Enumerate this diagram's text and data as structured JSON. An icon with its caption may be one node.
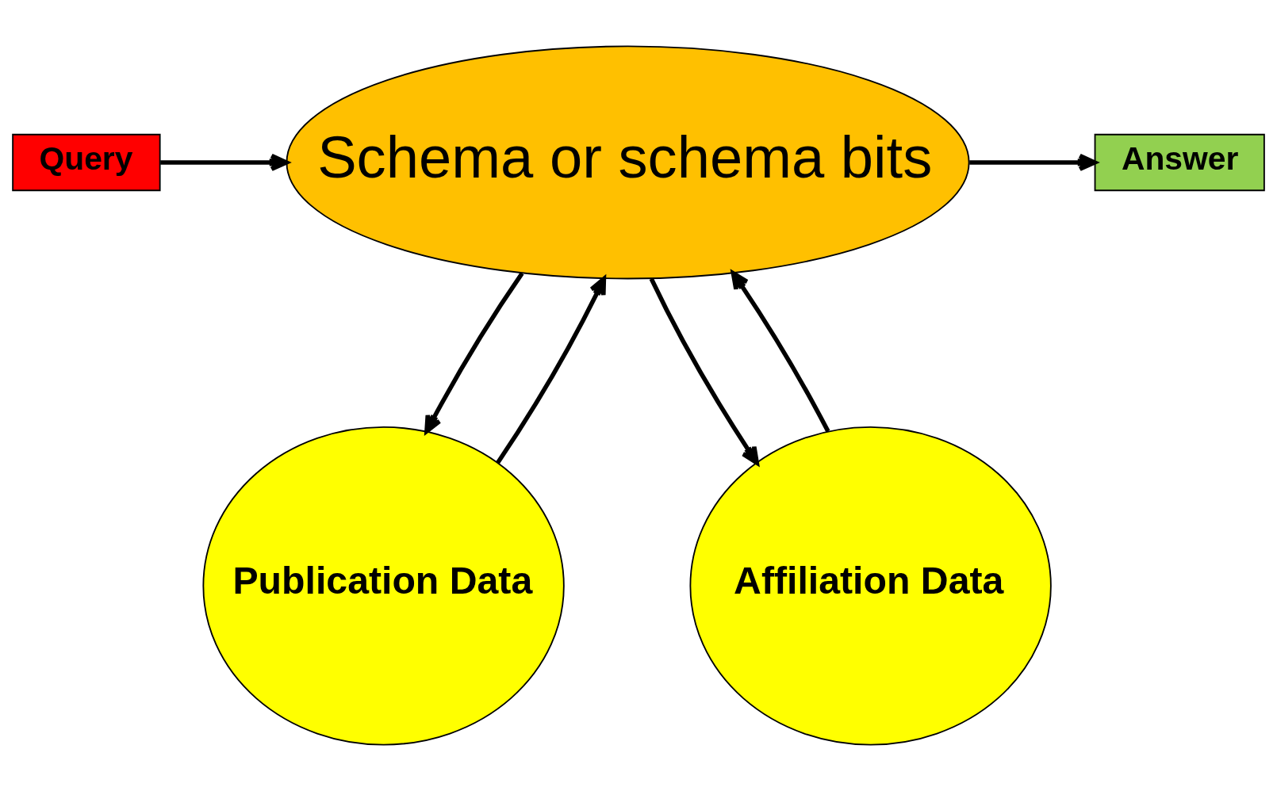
{
  "diagram": {
    "nodes": [
      {
        "text": [
          "Query"
        ]
      },
      {
        "text": [
          "Schema or schema bits"
        ]
      },
      {
        "text": [
          "Answer"
        ]
      },
      {
        "text": [
          "Publication Data"
        ]
      },
      {
        "text": [
          "Affiliation Data"
        ]
      }
    ],
    "edges": [
      {
        "from": 0,
        "to": 1,
        "arrow": "to"
      },
      {
        "from": 1,
        "to": 2,
        "arrow": "to"
      },
      {
        "from": 1,
        "to": 3,
        "arrow": "to"
      },
      {
        "from": 3,
        "to": 1,
        "arrow": "to"
      },
      {
        "from": 1,
        "to": 4,
        "arrow": "to"
      },
      {
        "from": 4,
        "to": 1,
        "arrow": "to"
      }
    ]
  }
}
